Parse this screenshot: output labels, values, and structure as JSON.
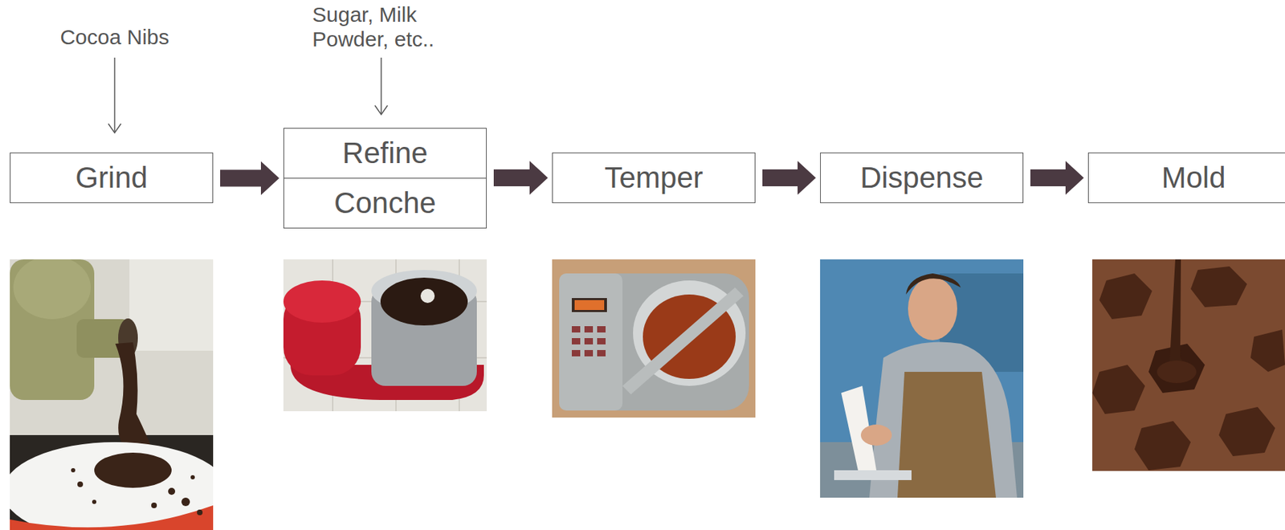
{
  "diagram": {
    "nodes": [
      {
        "text": [
          "Grind"
        ]
      },
      {
        "text": [
          "Refine"
        ]
      },
      {
        "text": [
          "Conche"
        ]
      },
      {
        "text": [
          "Temper"
        ]
      },
      {
        "text": [
          "Dispense"
        ]
      },
      {
        "text": [
          "Mold"
        ]
      }
    ],
    "edges": [
      {
        "from": 0,
        "to": 1,
        "arrow": "to"
      },
      {
        "from": 2,
        "to": 3,
        "arrow": "to"
      },
      {
        "from": 3,
        "to": 4,
        "arrow": "to"
      },
      {
        "from": 4,
        "to": 5,
        "arrow": "to"
      }
    ],
    "labels": [
      "Cocoa Nibs",
      "Sugar, Milk Powder, etc.."
    ]
  }
}
